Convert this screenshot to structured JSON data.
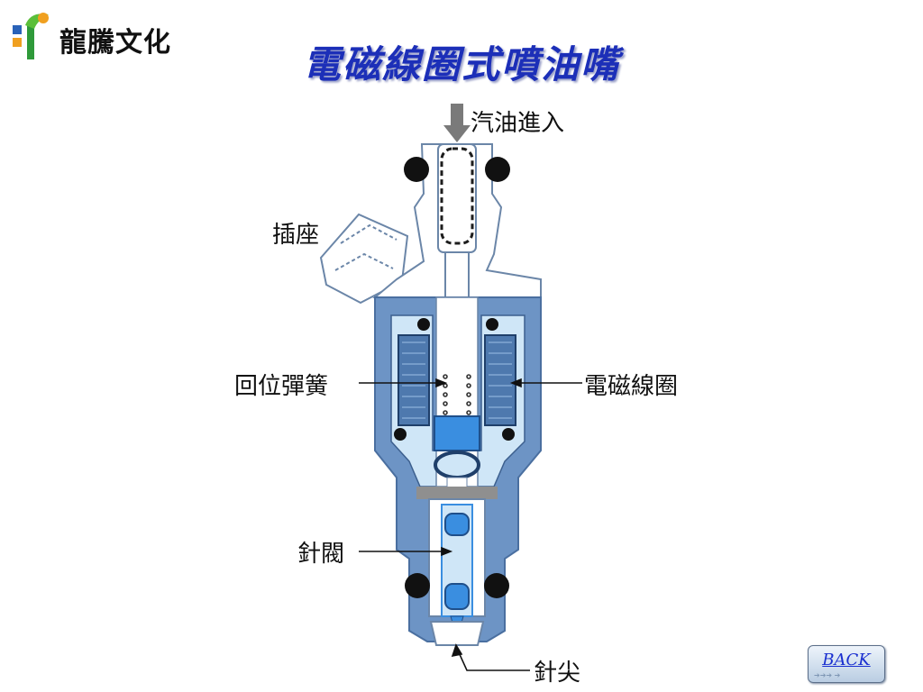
{
  "header": {
    "logo_text": "龍騰文化",
    "title": "電磁線圈式噴油嘴"
  },
  "labels": {
    "fuel_inlet": "汽油進入",
    "socket": "插座",
    "return_spring": "回位彈簧",
    "solenoid_coil": "電磁線圈",
    "needle_valve": "針閥",
    "needle_tip": "針尖"
  },
  "nav": {
    "back_label": "BACK",
    "back_arrows": "➔➔➔ ➔"
  },
  "colors": {
    "title": "#1c2fb8",
    "housing": "#6d94c5",
    "inner_light": "#cfe6f7",
    "coil": "#5b85b8",
    "seal": "#111111",
    "armature": "#3a8ee0"
  }
}
